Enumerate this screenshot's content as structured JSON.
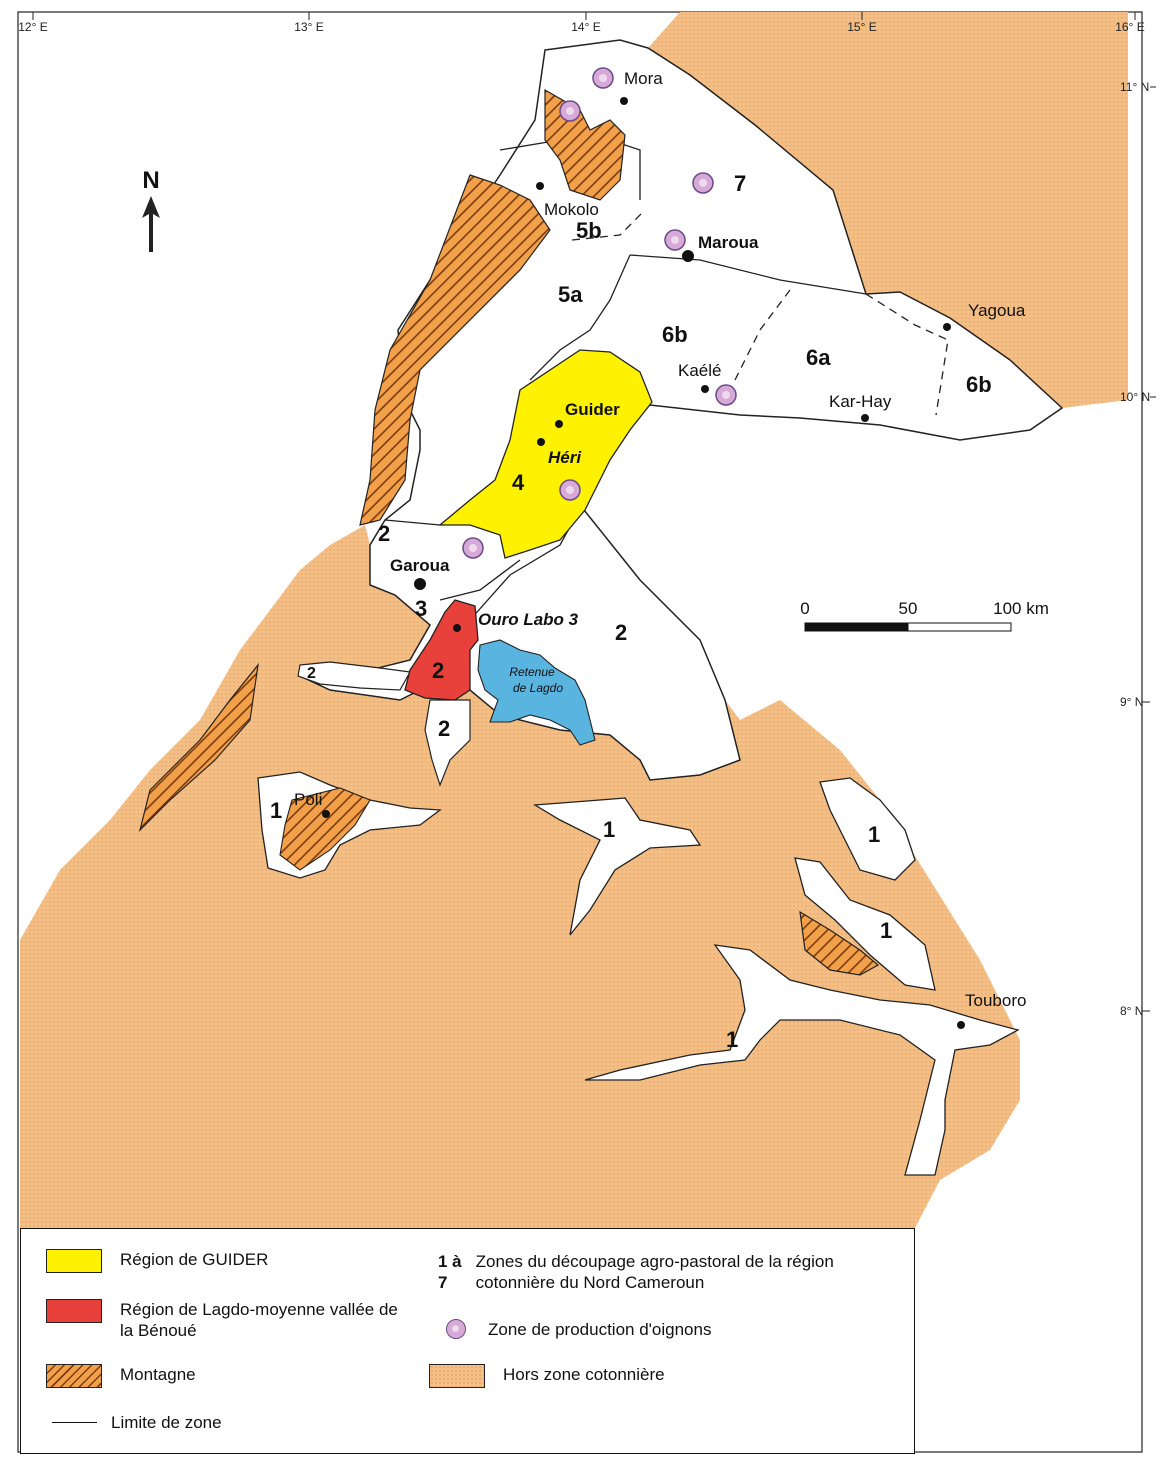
{
  "map": {
    "longitude_ticks": [
      "12° E",
      "13° E",
      "14° E",
      "15° E",
      "16° E"
    ],
    "latitude_ticks": [
      "11° N",
      "10° N",
      "9° N",
      "8° N"
    ],
    "north_arrow": "N",
    "zone_labels": [
      "1",
      "2",
      "3",
      "4",
      "5a",
      "5b",
      "6a",
      "6b",
      "7"
    ],
    "places": {
      "mora": "Mora",
      "mokolo": "Mokolo",
      "maroua": "Maroua",
      "yagoua": "Yagoua",
      "kaele": "Kaélé",
      "kar_hay": "Kar-Hay",
      "guider": "Guider",
      "heri": "Héri",
      "garoua": "Garoua",
      "ouro_labo": "Ouro Labo 3",
      "poli": "Poli",
      "touboro": "Touboro",
      "lagdo_1": "Retenue",
      "lagdo_2": "de Lagdo"
    },
    "scale_bar": {
      "ticks": [
        "0",
        "50",
        "100 km"
      ]
    },
    "colors": {
      "guider": "#fff200",
      "lagdo_region": "#e8413c",
      "reservoir": "#5ab4e0",
      "mountain": "#f2a14a",
      "hors_zone": "#f4bf86",
      "cotton_zone": "#ffffff",
      "onion": "#d6a9d6"
    }
  },
  "legend": {
    "guider": "Région de GUIDER",
    "lagdo": "Région de Lagdo-moyenne vallée de la Bénoué",
    "montagne": "Montagne",
    "limite": "Limite de zone",
    "zones_key": "1 à 7",
    "zones_text": "Zones du découpage agro-pastoral de la région cotonnière du Nord Cameroun",
    "oignons": "Zone de production d'oignons",
    "hors": "Hors zone cotonnière"
  }
}
